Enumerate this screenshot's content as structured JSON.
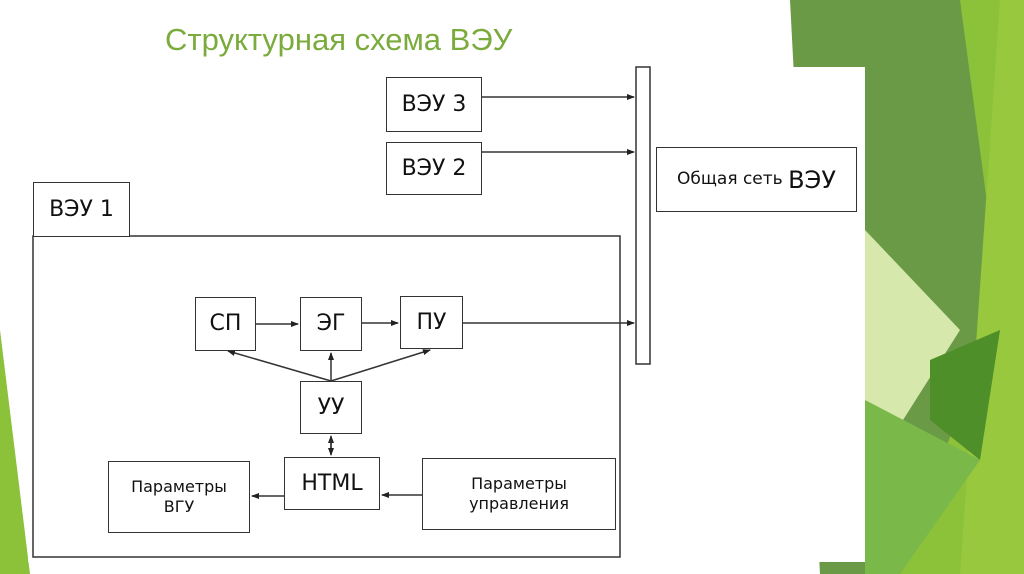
{
  "slide": {
    "title": "Структурная схема ВЭУ"
  },
  "diagram": {
    "network_box": {
      "prefix": "Общая сеть",
      "suffix": "ВЭУ"
    },
    "units": {
      "veu3": "ВЭУ 3",
      "veu2": "ВЭУ 2",
      "veu1": "ВЭУ 1"
    },
    "blocks": {
      "sp": "СП",
      "eg": "ЭГ",
      "pu": "ПУ",
      "uu": "УУ",
      "html": "HTML",
      "params_vgu_line1": "Параметры",
      "params_vgu_line2": "ВГУ",
      "params_control_line1": "Параметры",
      "params_control_line2": "управления"
    }
  },
  "colors": {
    "title": "#7aab3c",
    "green_dark": "#6b9a47",
    "green_light": "#8cc13a",
    "green_pale": "#d6e8ac"
  }
}
